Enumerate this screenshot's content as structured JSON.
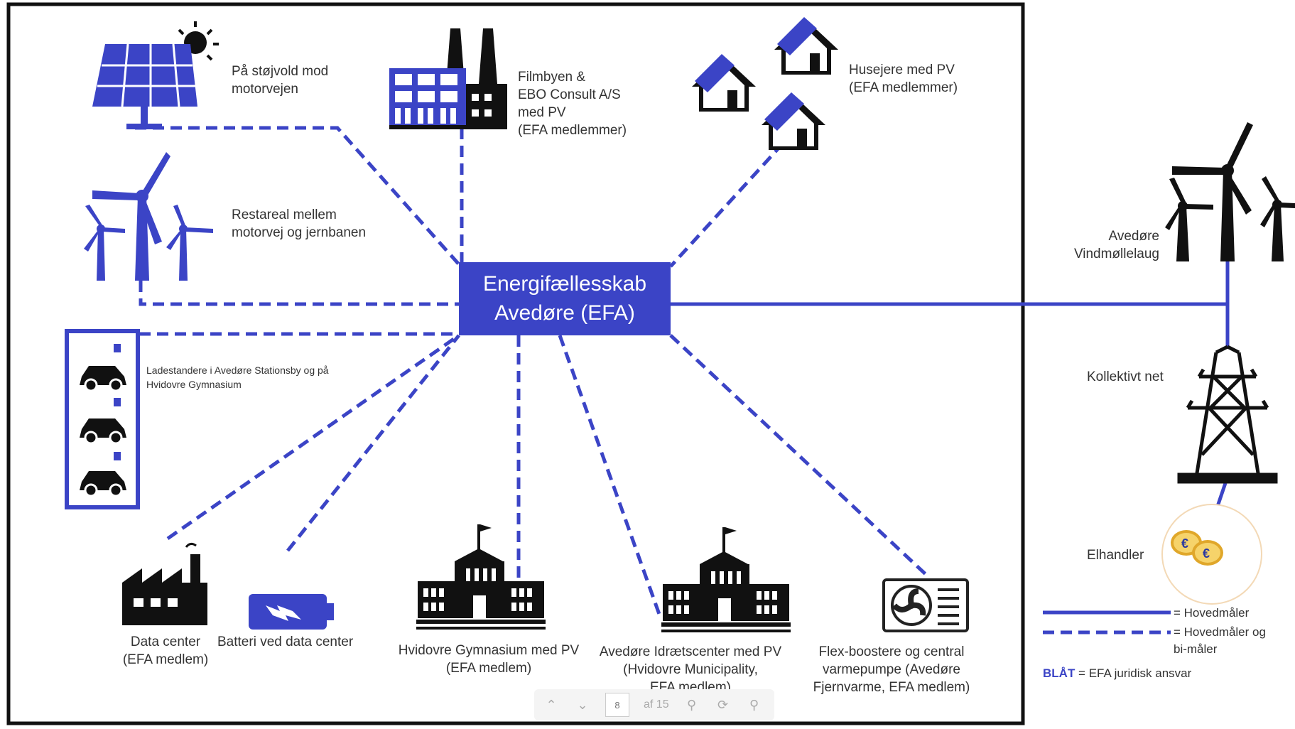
{
  "hub": {
    "line1": "Energifællesskab",
    "line2": "Avedøre (EFA)"
  },
  "labels": {
    "solar_wall": [
      "På støjvold mod",
      "motorvejen"
    ],
    "filmbyen": [
      "Filmbyen &",
      "EBO Consult A/S",
      "med PV",
      "(EFA medlemmer)"
    ],
    "homeowners": [
      "Husejere med PV",
      "(EFA medlemmer)"
    ],
    "restareal": [
      "Restareal mellem",
      "motorvej og jernbanen"
    ],
    "chargers": [
      "Ladestandere i Avedøre Stationsby og på",
      "Hvidovre Gymnasium"
    ],
    "windcoop": [
      "Avedøre",
      "Vindmøllelaug"
    ],
    "grid": [
      "Kollektivt net"
    ],
    "trader": [
      "Elhandler"
    ],
    "datacenter": [
      "Data center",
      "(EFA medlem)"
    ],
    "battery": [
      "Batteri ved data center"
    ],
    "gymnasium": [
      "Hvidovre Gymnasium med PV",
      "(EFA medlem)"
    ],
    "sports": [
      "Avedøre Idrætscenter med PV",
      "(Hvidovre Municipality,",
      "EFA medlem)"
    ],
    "flex": [
      "Flex-boostere og central",
      "varmepumpe (Avedøre",
      "Fjernvarme, EFA medlem)"
    ]
  },
  "legend": {
    "solid": "= Hovedmåler",
    "dashed": [
      "= Hovedmåler og",
      "bi-måler"
    ],
    "blue_word": "BLÅT",
    "blue_rest": " = EFA juridisk ansvar"
  },
  "toolbar": {
    "page": "8",
    "of": "af 15"
  },
  "colors": {
    "accent": "#3b44c6",
    "dark": "#111111",
    "frame": "#111111"
  }
}
